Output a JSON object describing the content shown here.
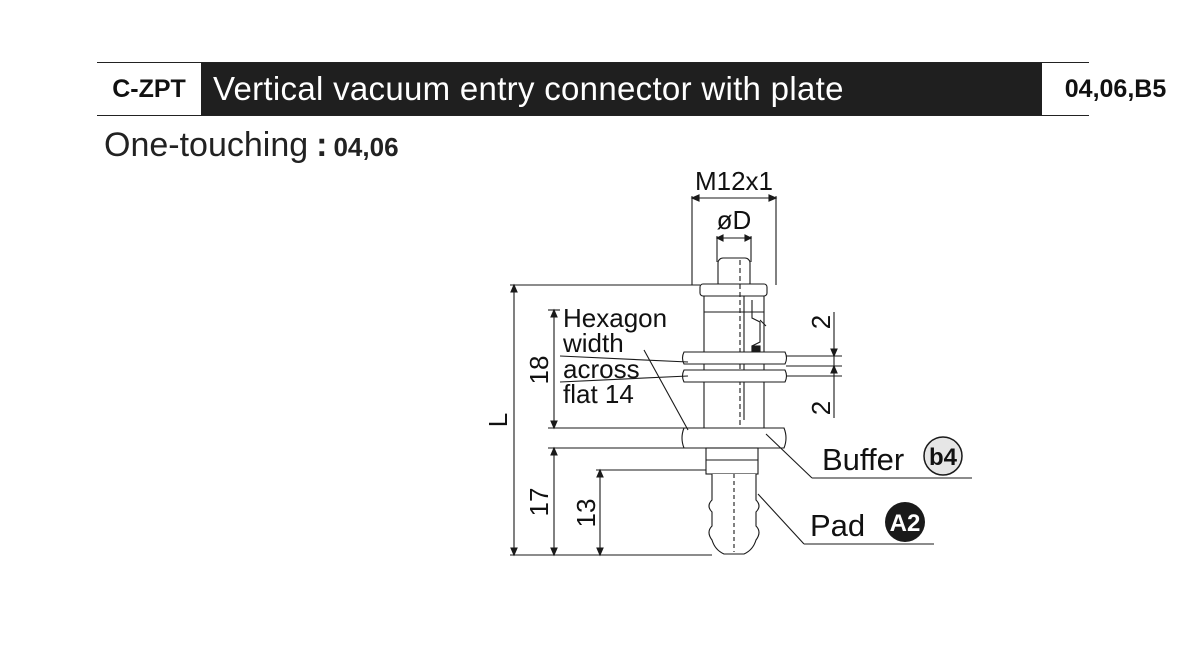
{
  "header": {
    "code": "C-ZPT",
    "title": "Vertical vacuum entry connector with plate",
    "size_codes": "04,06,B5"
  },
  "subtitle": {
    "label": "One-touching",
    "separator": ":",
    "sizes": "04,06"
  },
  "drawing": {
    "thread_label": "M12x1",
    "diameter_label": "øD",
    "hexagon_line1": "Hexagon",
    "hexagon_line2": "width",
    "hexagon_line3": "across",
    "hexagon_line4": "flat 14",
    "dim_total": "L",
    "dim_18": "18",
    "dim_17": "17",
    "dim_13": "13",
    "dim_2_top": "2",
    "dim_2_bottom": "2",
    "buffer_label": "Buffer",
    "buffer_badge": "b4",
    "pad_label": "Pad",
    "pad_badge": "A2"
  },
  "colors": {
    "header_bg": "#1f1f1f",
    "badge_light": "#e6e6e6",
    "badge_dark": "#1a1a1a"
  }
}
